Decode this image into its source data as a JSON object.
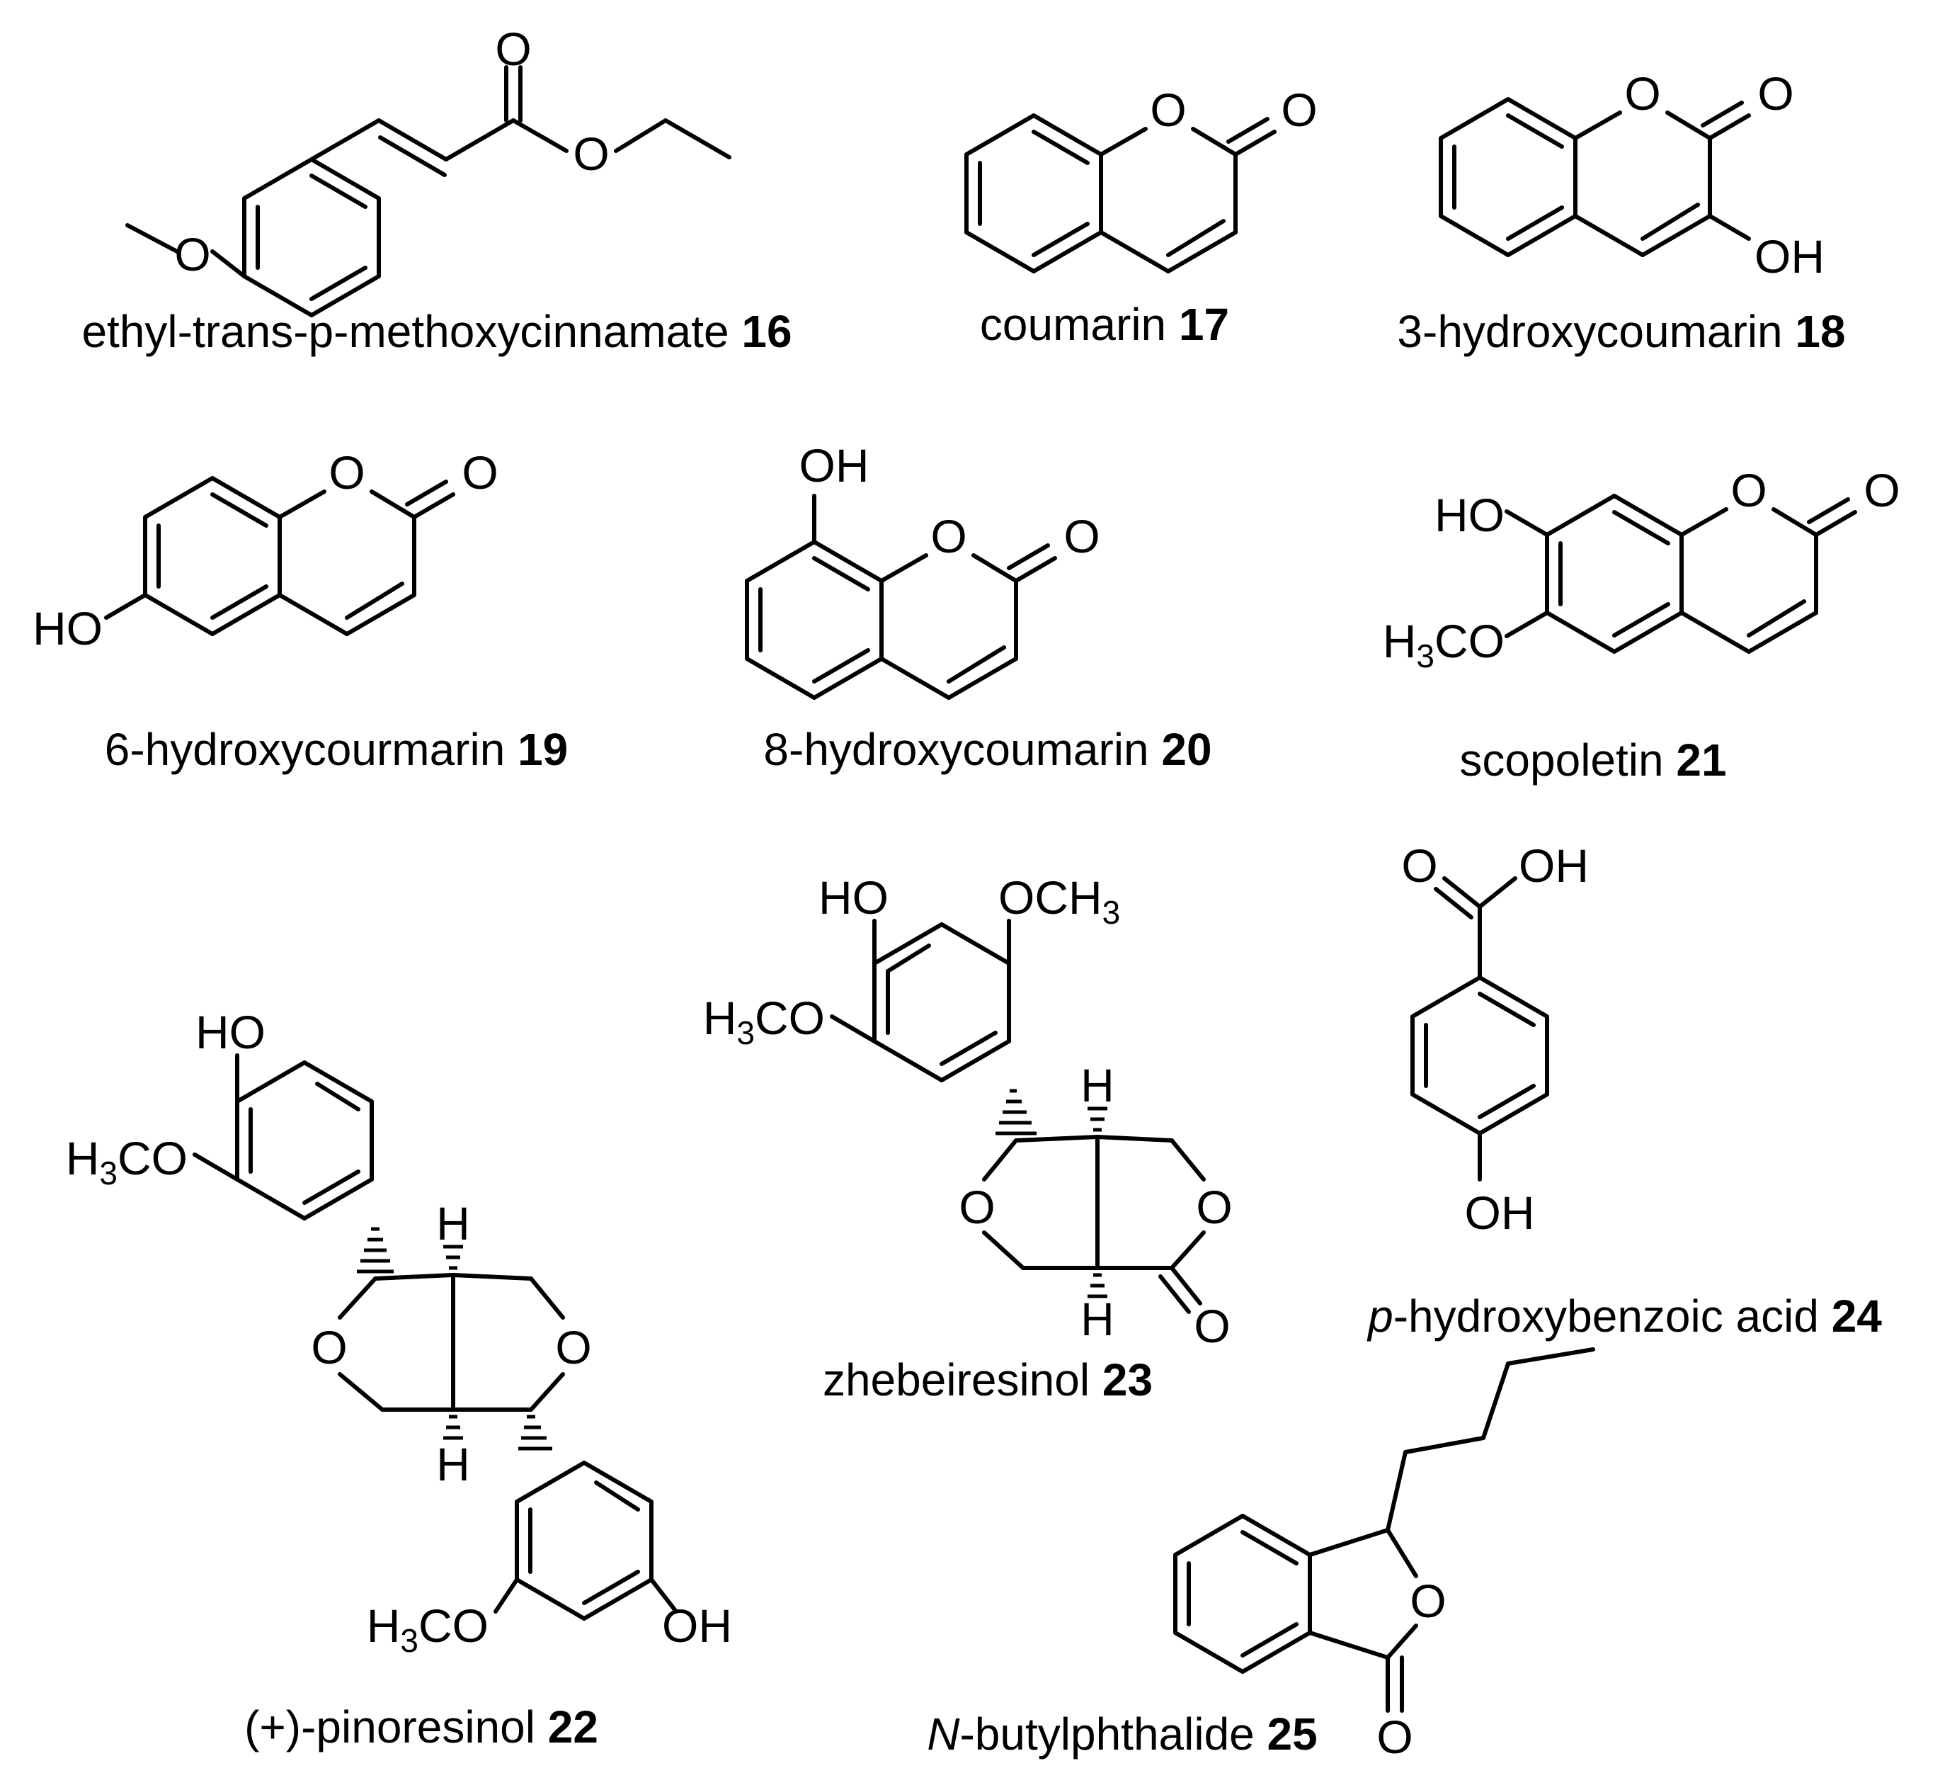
{
  "atoms": {
    "O": "O",
    "OH": "OH",
    "HO": "HO",
    "H": "H",
    "H3CO_H": "H",
    "H3CO_3": "3",
    "H3CO_CO": "CO",
    "OCH3_OCH": "OCH",
    "OCH3_3": "3"
  },
  "compounds": [
    {
      "name": "ethyl-trans-p-methoxycinnamate ",
      "number": "16"
    },
    {
      "name": "coumarin ",
      "number": "17"
    },
    {
      "name": "3-hydroxycoumarin ",
      "number": "18"
    },
    {
      "name": "6-hydroxycourmarin ",
      "number": "19"
    },
    {
      "name": "8-hydroxycoumarin ",
      "number": "20"
    },
    {
      "name": "scopoletin ",
      "number": "21"
    },
    {
      "name": "(+)-pinoresinol ",
      "number": "22"
    },
    {
      "name": "zhebeiresinol ",
      "number": "23"
    },
    {
      "italic_prefix": "p",
      "name": "-hydroxybenzoic acid ",
      "number": "24"
    },
    {
      "italic_prefix": "N",
      "name": "-butylphthalide ",
      "number": "25"
    }
  ]
}
